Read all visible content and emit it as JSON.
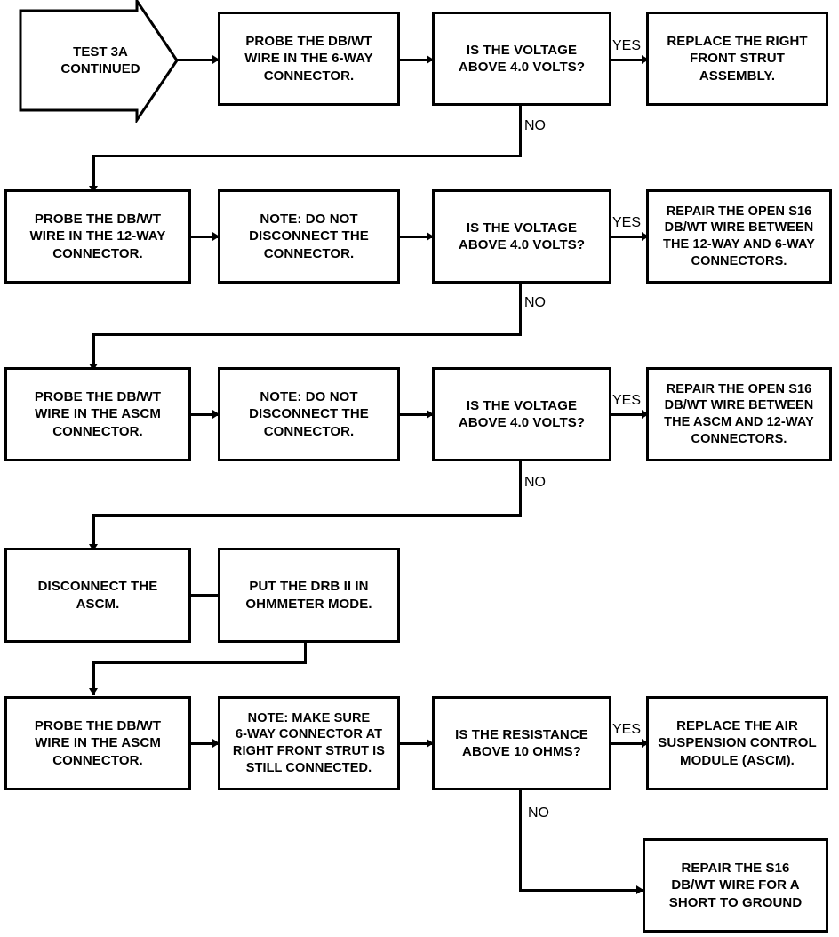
{
  "diagram": {
    "title": "TEST 3A CONTINUED",
    "kind": "flowchart",
    "nodes": {
      "start_arrow": "TEST 3A\nCONTINUED",
      "r1_action": "PROBE THE DB/WT\nWIRE IN THE 6-WAY\nCONNECTOR.",
      "r1_decision": "IS THE VOLTAGE\nABOVE 4.0 VOLTS?",
      "r1_yes_result": "REPLACE THE RIGHT\nFRONT STRUT\nASSEMBLY.",
      "r2_action": "PROBE THE DB/WT\nWIRE IN THE 12-WAY\nCONNECTOR.",
      "r2_note": "NOTE: DO NOT\nDISCONNECT THE\nCONNECTOR.",
      "r2_decision": "IS THE VOLTAGE\nABOVE 4.0 VOLTS?",
      "r2_yes_result": "REPAIR THE OPEN S16\nDB/WT WIRE BETWEEN\nTHE 12-WAY AND 6-WAY\nCONNECTORS.",
      "r3_action": "PROBE THE DB/WT\nWIRE IN THE ASCM\nCONNECTOR.",
      "r3_note": "NOTE: DO NOT\nDISCONNECT THE\nCONNECTOR.",
      "r3_decision": "IS THE VOLTAGE\nABOVE 4.0 VOLTS?",
      "r3_yes_result": "REPAIR THE OPEN S16\nDB/WT WIRE BETWEEN\nTHE ASCM AND 12-WAY\nCONNECTORS.",
      "r4_action": "DISCONNECT THE\nASCM.",
      "r4_action2": "PUT THE DRB II IN\nOHMMETER MODE.",
      "r5_action": "PROBE THE DB/WT\nWIRE IN THE ASCM\nCONNECTOR.",
      "r5_note": "NOTE: MAKE SURE\n6-WAY CONNECTOR AT\nRIGHT FRONT STRUT IS\nSTILL CONNECTED.",
      "r5_decision": "IS THE RESISTANCE\nABOVE 10 OHMS?",
      "r5_yes_result": "REPLACE THE AIR\nSUSPENSION CONTROL\nMODULE (ASCM).",
      "r5_no_result": "REPAIR THE S16\nDB/WT WIRE FOR A\nSHORT TO GROUND"
    },
    "edge_labels": {
      "r1_yes": "YES",
      "r1_no": "NO",
      "r2_yes": "YES",
      "r2_no": "NO",
      "r3_yes": "YES",
      "r3_no": "NO",
      "r5_yes": "YES",
      "r5_no": "NO"
    },
    "colors": {
      "stroke": "#000000",
      "fill": "#ffffff",
      "text": "#000000"
    }
  }
}
